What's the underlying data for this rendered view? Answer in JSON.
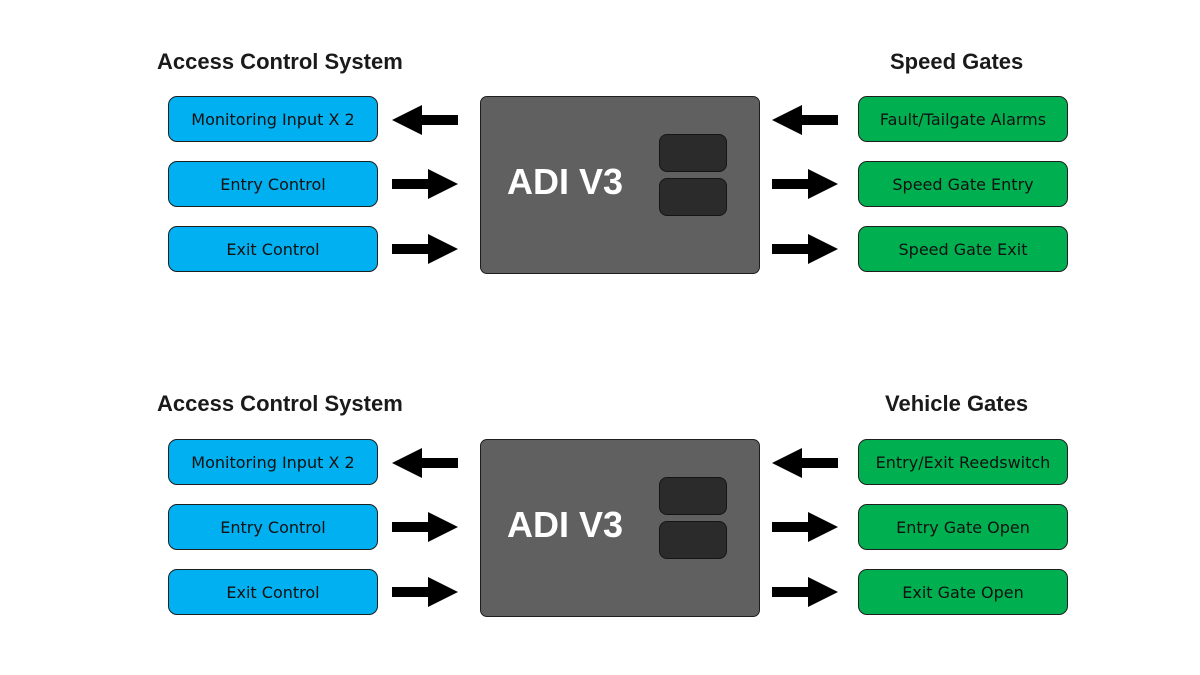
{
  "sections": [
    {
      "left_heading": "Access Control System",
      "right_heading": "Speed Gates",
      "device_label": "ADI V3",
      "left_boxes": [
        {
          "label": "Monitoring Input X 2",
          "direction": "left"
        },
        {
          "label": "Entry Control",
          "direction": "right"
        },
        {
          "label": "Exit Control",
          "direction": "right"
        }
      ],
      "right_boxes": [
        {
          "label": "Fault/Tailgate Alarms",
          "direction": "left"
        },
        {
          "label": "Speed Gate Entry",
          "direction": "right"
        },
        {
          "label": "Speed Gate Exit",
          "direction": "right"
        }
      ]
    },
    {
      "left_heading": "Access Control System",
      "right_heading": "Vehicle Gates",
      "device_label": "ADI V3",
      "left_boxes": [
        {
          "label": "Monitoring Input X 2",
          "direction": "left"
        },
        {
          "label": "Entry Control",
          "direction": "right"
        },
        {
          "label": "Exit Control",
          "direction": "right"
        }
      ],
      "right_boxes": [
        {
          "label": "Entry/Exit Reedswitch",
          "direction": "left"
        },
        {
          "label": "Entry Gate Open",
          "direction": "right"
        },
        {
          "label": "Exit Gate Open",
          "direction": "right"
        }
      ]
    }
  ],
  "colors": {
    "access_box": "#00b0f0",
    "gate_box": "#00b050",
    "device": "#606060",
    "port": "#2b2b2b",
    "arrow": "#000000"
  }
}
